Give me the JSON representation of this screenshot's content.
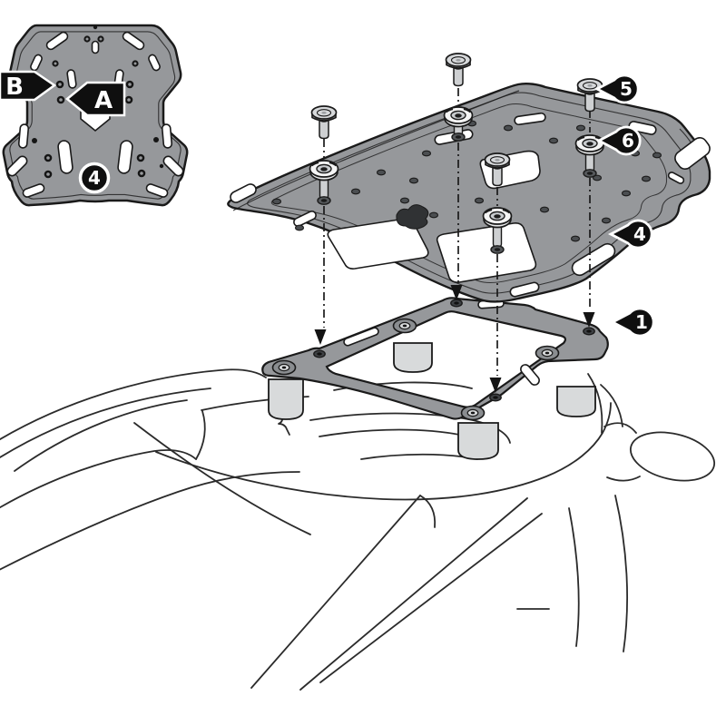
{
  "diagram": {
    "kind": "exploded-assembly-instruction",
    "background": "#ffffff",
    "callouts": {
      "position_b": "B",
      "position_a": "A",
      "adapter_plate_badge": "4",
      "luggage_plate_badge": "4",
      "screw_badge": "5",
      "grommet_badge": "6",
      "bracket_badge": "1"
    },
    "colors": {
      "part_gray": "#96989b",
      "spacer_gray": "#d8dadb",
      "hardware_gray": "#ced0d2",
      "outline": "#1a1a1a",
      "callout_bg": "#0f0f0f",
      "callout_text": "#ffffff",
      "lineart": "#2b2b2b"
    }
  }
}
